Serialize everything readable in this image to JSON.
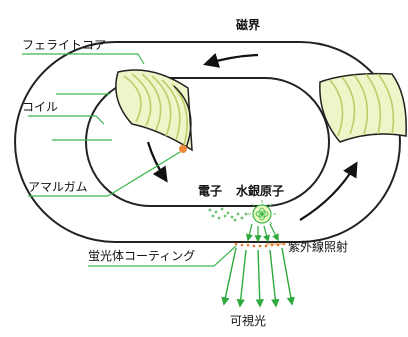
{
  "labels": {
    "ferrite_core": "フェライトコア",
    "coil": "コイル",
    "amalgam": "アマルガム",
    "phosphor_coating": "蛍光体コーティング",
    "magnetic_field": "磁界",
    "electron": "電子",
    "mercury_atom": "水銀原子",
    "uv_radiation": "紫外線照射",
    "visible_light": "可視光"
  },
  "colors": {
    "leader_line": "#3cb84a",
    "light_arrow": "#2eaa3e",
    "coil_fill": "#eef5c8",
    "coil_stripe": "#b9cf6a",
    "amalgam_dot": "#f08a3a",
    "uv_dots": "#e07a2a",
    "electron_dots": "#6dc06d",
    "ring_outline": "#222222"
  }
}
